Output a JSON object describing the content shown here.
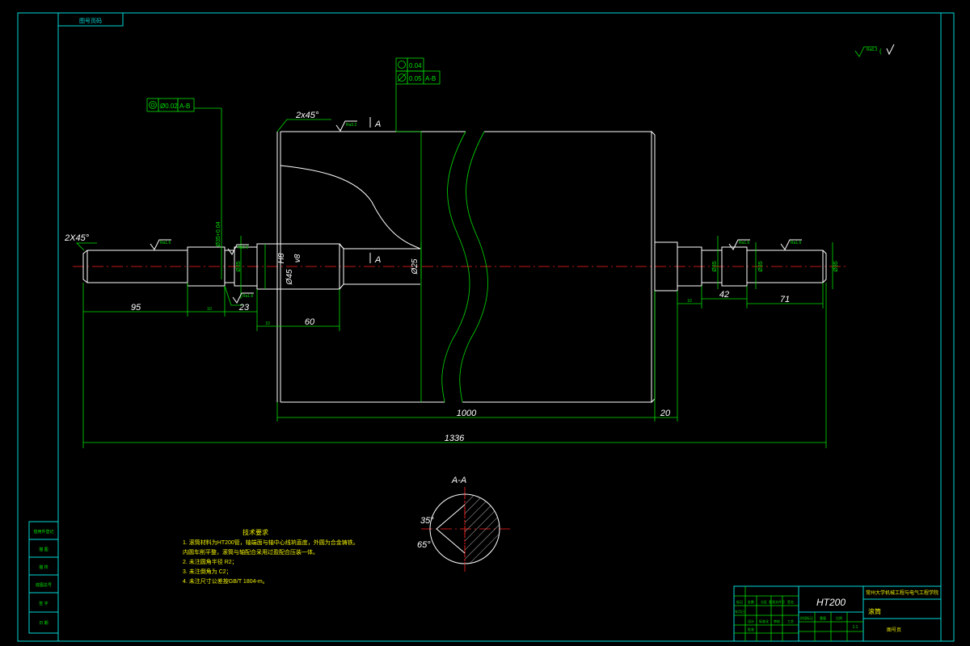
{
  "drawing": {
    "colors": {
      "background": "#000000",
      "frame": "#00d8d8",
      "outline": "#ffffff",
      "dimension": "#00e000",
      "centerline": "#ff2020",
      "notes": "#f2f200"
    },
    "corner_tag": "图号页码",
    "top_roughness": "Ra6.3",
    "chamfer_left": "2X45°",
    "chamfer_roller": "2x45°",
    "datum_a_top": "A",
    "datum_a_mid": "A",
    "datum_a_mid_label": "A",
    "gdt_top": {
      "row1_value": "0.04",
      "row2_value": "0.05",
      "row2_datum": "A-B"
    },
    "gdt_left": {
      "value": "Ø0.02",
      "datum": "A-B"
    },
    "roughness": {
      "roller_top": "Ra3.2",
      "left_shaft": "Ra1.6",
      "left_step": "Ra1.6",
      "left_bottom": "Ra1.6",
      "right_shaft_a": "Ra1.6",
      "right_shaft_b": "Ra1.6"
    },
    "dims": {
      "d95": "95",
      "d_small_a": "10",
      "d23": "23",
      "d60": "60",
      "d_small_b": "10",
      "d1000": "1000",
      "d20": "20",
      "d1336": "1336",
      "d42": "42",
      "d71": "71",
      "d_small_c": "10",
      "vert_left": "Ø35+0.04",
      "vert_phi35": "Ø35",
      "vert_phi45": "Ø45",
      "vert_h8": "H8",
      "vert_v8": "v8",
      "vert_phi25": "Ø25",
      "vert_r1": "Ø35",
      "vert_r2": "Ø35",
      "vert_r3": "Ø35"
    },
    "section": {
      "title": "A-A",
      "angle1": "35°",
      "angle2": "65°"
    },
    "notes": {
      "title": "技术要求",
      "items": [
        "1. 滚筒材料为HT200管，轴端面与轴中心线垧直度，外圆为合金铸铁。",
        "   内圆车削平整，滚筒与轴配合采用过盈配合压装一体。",
        "2. 未注圆角半径 R2；",
        "3. 未注倒角为 C2；",
        "4. 未注尺寸公差按GB/T 1804-m。"
      ]
    },
    "side_table": [
      "借用件登记",
      "描  图",
      "描  校",
      "底图总号",
      "签  字",
      "日  期"
    ],
    "title_block": {
      "material": "HT200",
      "school": "常州大学机械工程与电气工程学院",
      "part_name": "滚筒",
      "scale": "1:1",
      "drawing_no": "图号页",
      "cells": [
        "标记",
        "处数",
        "分区",
        "更改文件号",
        "签名",
        "年月日",
        "设计",
        "标准化",
        "审核",
        "工艺",
        "批准",
        "阶段标记",
        "重量",
        "比例"
      ]
    }
  }
}
